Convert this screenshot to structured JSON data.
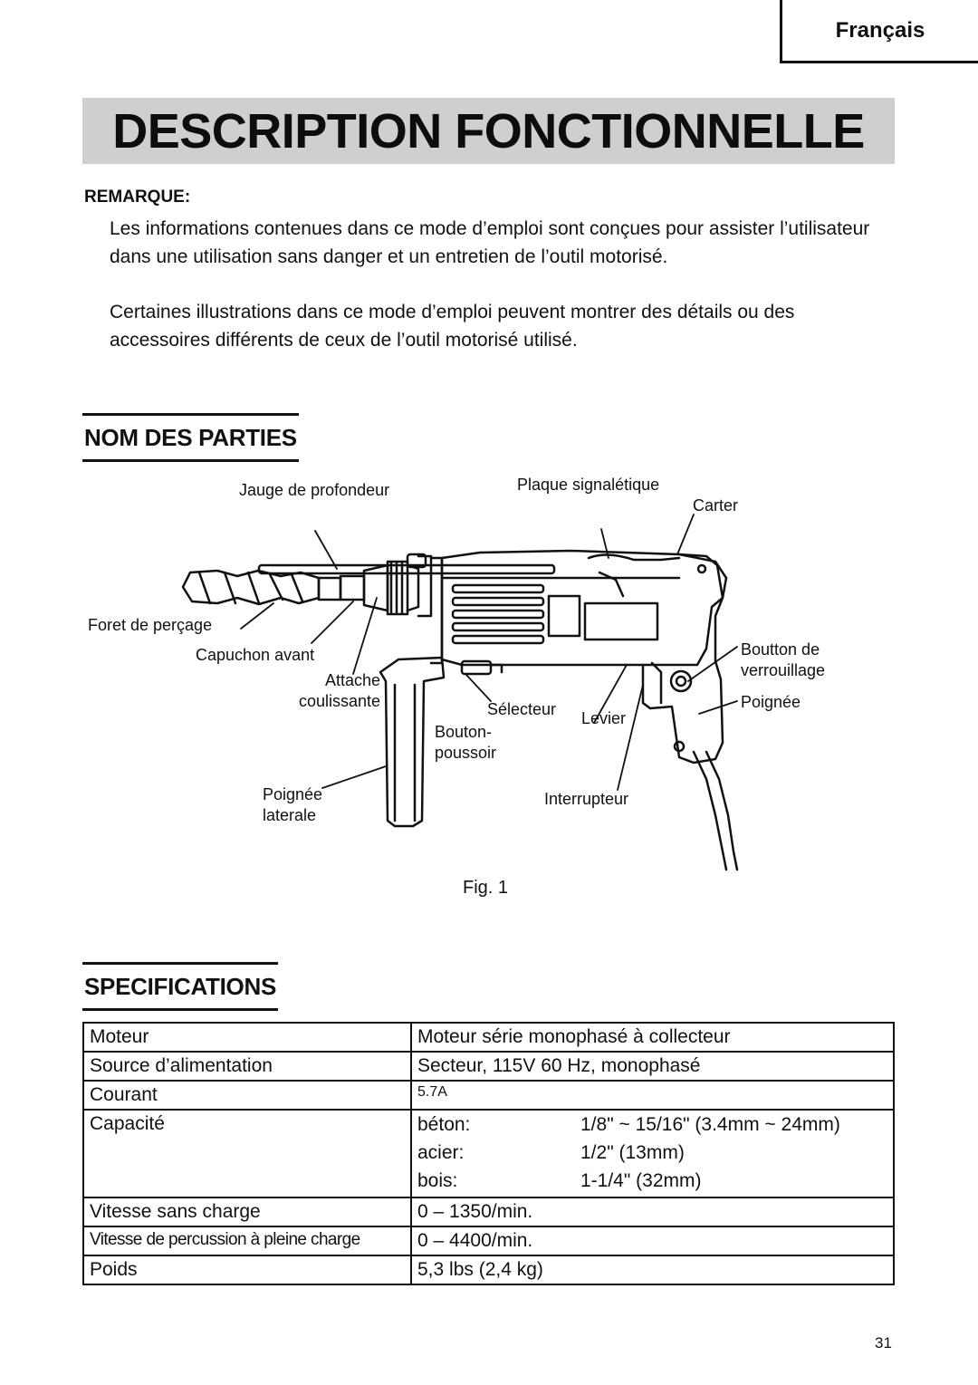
{
  "language_tab": "Français",
  "title": "DESCRIPTION FONCTIONNELLE",
  "remarque": {
    "heading": "REMARQUE:",
    "paragraph1": "Les informations contenues dans ce mode d’emploi sont conçues pour assister l’utilisateur dans une utilisation sans danger et un entretien de l’outil motorisé.",
    "paragraph2": "Certaines illustrations dans ce mode d’emploi peuvent montrer des détails ou des accessoires différents de ceux de l’outil motorisé utilisé."
  },
  "parts_section": {
    "heading": "NOM DES PARTIES",
    "labels": {
      "jauge": "Jauge de profondeur",
      "plaque": "Plaque signalétique",
      "carter": "Carter",
      "foret": "Foret de perçage",
      "capuchon": "Capuchon avant",
      "attache": "Attache coulissante",
      "boutton_verrou": "Boutton de verrouillage",
      "poignee": "Poignée",
      "selecteur": "Sélecteur",
      "levier": "Levier",
      "bouton_poussoir": "Bouton- poussoir",
      "poignee_laterale": "Poignée laterale",
      "interrupteur": "Interrupteur"
    },
    "caption": "Fig. 1"
  },
  "specifications": {
    "heading": "SPECIFICATIONS",
    "rows": [
      {
        "label": "Moteur",
        "value": "Moteur série monophasé à collecteur"
      },
      {
        "label": "Source d’alimentation",
        "value": "Secteur, 115V 60 Hz, monophasé"
      },
      {
        "label": "Courant",
        "value": "5.7A"
      },
      {
        "label": "Capacité",
        "capacity": [
          {
            "material": "béton:",
            "value": "1/8\" ~ 15/16\" (3.4mm ~ 24mm)"
          },
          {
            "material": "acier:",
            "value": "1/2\" (13mm)"
          },
          {
            "material": "bois:",
            "value": "1-1/4\" (32mm)"
          }
        ]
      },
      {
        "label": "Vitesse sans charge",
        "value": "0 – 1350/min."
      },
      {
        "label": "Vitesse de percussion à pleine charge",
        "value": "0 – 4400/min."
      },
      {
        "label": "Poids",
        "value": "5,3 lbs (2,4 kg)"
      }
    ]
  },
  "page_number": "31"
}
